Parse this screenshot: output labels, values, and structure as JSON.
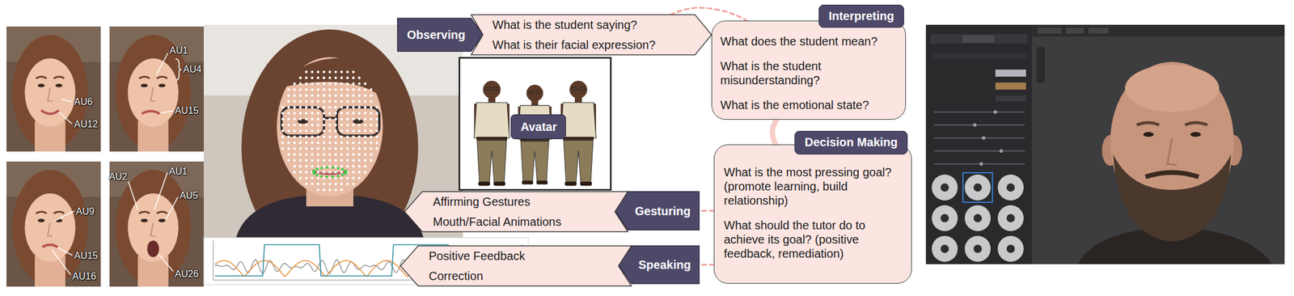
{
  "diagram": {
    "nodes": [
      {
        "text": [
          "Observing"
        ]
      },
      {
        "text": [
          "What is the student saying?",
          "What is their facial expression?"
        ]
      },
      {
        "text": [
          "Interpreting",
          "What does the student mean?",
          "What is the student misunderstanding?",
          "What is the emotional state?"
        ]
      },
      {
        "text": [
          "Decision Making",
          "What is the most pressing goal? (promote learning, build relationship)",
          "What should the tutor do to achieve its goal? (positive feedback, remediation)"
        ]
      },
      {
        "text": [
          "Gesturing"
        ]
      },
      {
        "text": [
          "Affirming Gestures",
          "Mouth/Facial Animations"
        ]
      },
      {
        "text": [
          "Speaking"
        ]
      },
      {
        "text": [
          "Positive Feedback",
          "Correction"
        ]
      },
      {
        "text": [
          "Avatar"
        ]
      }
    ],
    "edges": [
      {
        "from": 1,
        "to": 2,
        "arrow": "none"
      },
      {
        "from": 2,
        "to": 3,
        "arrow": "none"
      },
      {
        "from": 3,
        "to": 4,
        "arrow": "none"
      },
      {
        "from": 3,
        "to": 6,
        "arrow": "none"
      }
    ],
    "labels": [
      "AU6",
      "AU12",
      "AU1",
      "AU4",
      "AU15",
      "AU9",
      "AU15",
      "AU16",
      "AU2",
      "AU1",
      "AU5",
      "AU26"
    ]
  }
}
